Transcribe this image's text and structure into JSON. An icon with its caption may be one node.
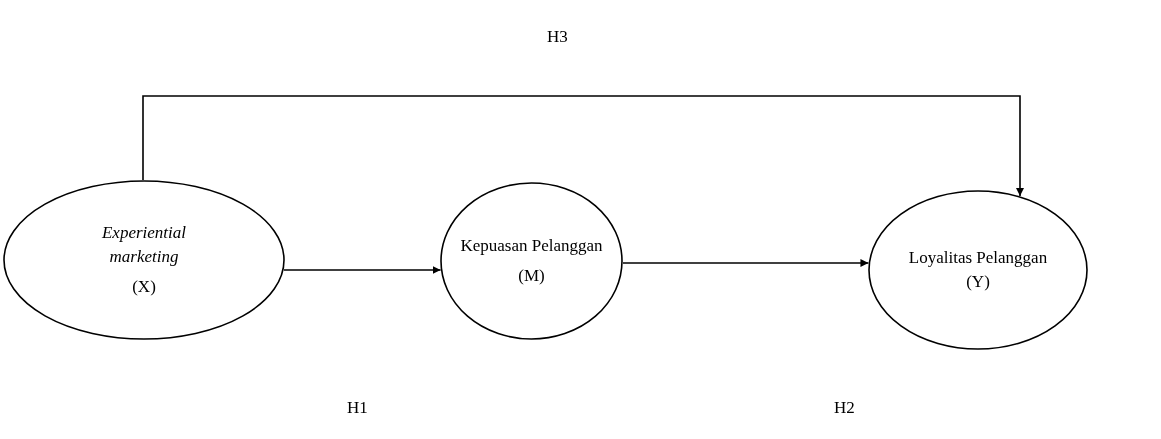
{
  "diagram": {
    "nodes": [
      {
        "text": [
          "*Experiential marketing*",
          "(X)"
        ]
      },
      {
        "text": [
          "Kepuasan Pelanggan",
          "(M)"
        ]
      },
      {
        "text": [
          "Loyalitas Pelanggan (Y)"
        ]
      }
    ],
    "edges": [
      {
        "from": 0,
        "to": 2,
        "arrow": "to"
      },
      {
        "from": 0,
        "to": 1,
        "arrow": "to"
      },
      {
        "from": 1,
        "to": 2,
        "arrow": "to"
      }
    ],
    "labels": [
      "H3",
      "H1",
      "H2"
    ]
  }
}
